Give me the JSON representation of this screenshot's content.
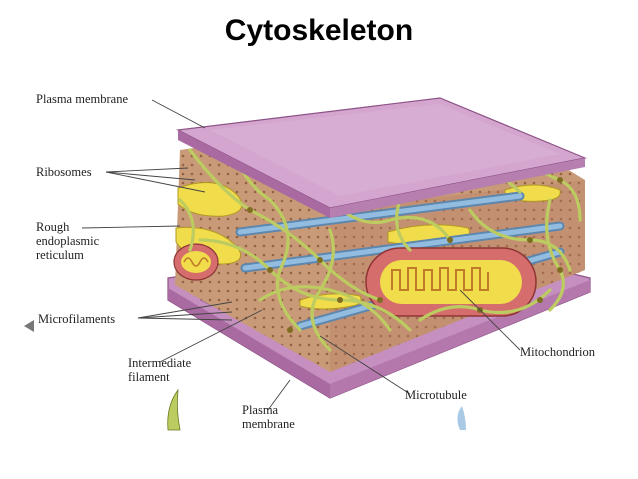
{
  "title": "Cytoskeleton",
  "labels": {
    "plasma_membrane_top": "Plasma membrane",
    "ribosomes": "Ribosomes",
    "rough_er_line1": "Rough",
    "rough_er_line2": "endoplasmic",
    "rough_er_line3": "reticulum",
    "microfilaments": "Microfilaments",
    "intermediate_line1": "Intermediate",
    "intermediate_line2": "filament",
    "mitochondrion": "Mitochondrion",
    "microtubule": "Microtubule",
    "plasma_membrane_bottom_line1": "Plasma",
    "plasma_membrane_bottom_line2": "membrane"
  },
  "colors": {
    "membrane_top": "#cf9fc9",
    "membrane_edge": "#a8669f",
    "membrane_bottom": "#b87bb1",
    "cytoplasm": "#c69876",
    "er_yellow": "#f1dc4c",
    "mito_red": "#d56d6d",
    "microtubule_blue": "#7ea9cf",
    "filament_green": "#bccc60"
  }
}
